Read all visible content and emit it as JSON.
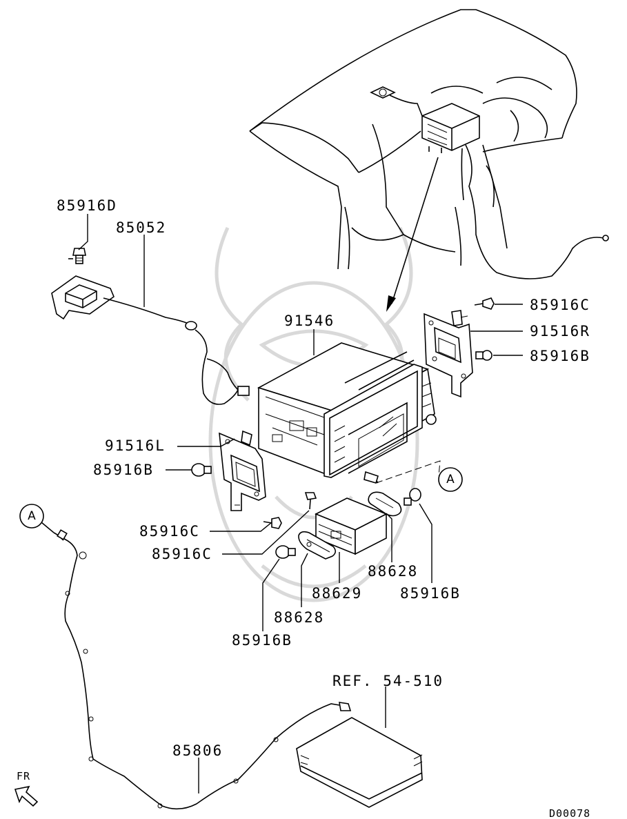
{
  "diagram_code": "D00078",
  "direction_label": "FR",
  "reference_label": "REF. 54-510",
  "connector_marker": "A",
  "part_labels": {
    "p85916D": "85916D",
    "p85052": "85052",
    "p91546": "91546",
    "p85916C_right": "85916C",
    "p91516R": "91516R",
    "p85916B_right": "85916B",
    "p91516L": "91516L",
    "p85916B_left": "85916B",
    "p85916C_mid1": "85916C",
    "p85916C_mid2": "85916C",
    "p88628_right": "88628",
    "p88629": "88629",
    "p85916B_lowright": "85916B",
    "p88628_left": "88628",
    "p85916B_bottom": "85916B",
    "p85806": "85806"
  }
}
